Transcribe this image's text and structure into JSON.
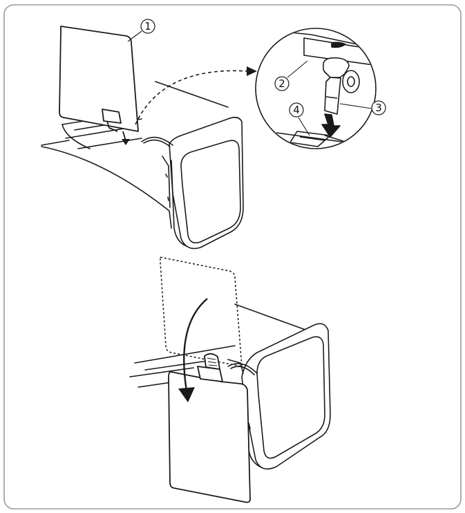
{
  "callouts": [
    {
      "id": "1",
      "label": "1"
    },
    {
      "id": "2",
      "label": "2"
    },
    {
      "id": "3",
      "label": "3"
    },
    {
      "id": "4",
      "label": "4"
    }
  ],
  "colors": {
    "frame": "#9a9a9a",
    "line": "#1a1a1a",
    "fill": "#ffffff",
    "plate": "#f2f2f2"
  }
}
